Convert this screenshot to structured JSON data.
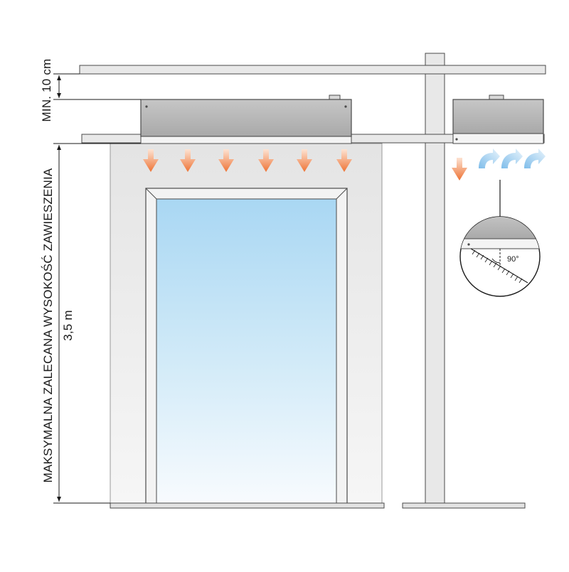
{
  "labels": {
    "min_gap": "MIN. 10 cm",
    "max_height_caption": "MAKSYMALNA ZALECANA WYSOKOŚĆ ZAWIESZENIA",
    "max_height_value": "3,5 m",
    "angle": "90°"
  },
  "colors": {
    "structure_fill": "#e8e8e8",
    "structure_stroke": "#4a4a4a",
    "wall_fill": "#f1f1f1",
    "unit_body": "#b9b9b9",
    "warm_arrow": "#f07d45",
    "cold_arrow": "#8fc6ee",
    "glass_top": "#a8d6f2",
    "glass_bottom": "#f7fbfe"
  },
  "icons": {
    "warm_airflow": "arrow-down-icon",
    "cold_airflow": "curved-arrow-icon"
  }
}
